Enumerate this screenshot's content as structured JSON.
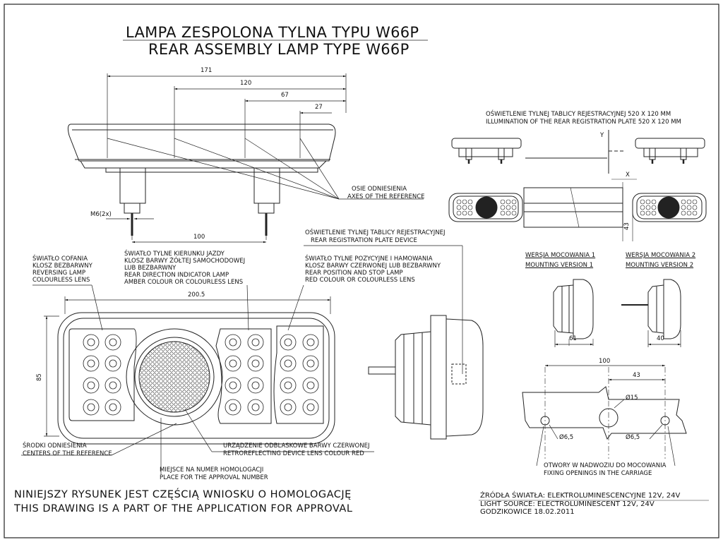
{
  "title": {
    "line1": "LAMPA ZESPOLONA TYLNA  TYPU W66P",
    "line2": "REAR ASSEMBLY LAMP TYPE W66P"
  },
  "dimensions": {
    "d171": "171",
    "d120": "120",
    "d67": "67",
    "d27": "27",
    "m6": "M6(2x)",
    "d100_top": "100",
    "d200": "200.5",
    "d85": "85",
    "d61": "61",
    "d40": "40",
    "d100_holes": "100",
    "d43_holes": "43",
    "d15": "Ø15",
    "d65a": "Ø6,5",
    "d65b": "Ø6,5",
    "d43_plate": "43",
    "x": "X",
    "y": "Y"
  },
  "labels": {
    "axes": [
      "OSIE ODNIESIENIA",
      "AXES OF THE REFERENCE"
    ],
    "plate_top": [
      "OŚWIETLENIE TYLNEJ TABLICY REJESTRACYJNEJ 520 X 120 MM",
      "ILLUMINATION OF THE REAR REGISTRATION PLATE 520 X 120 MM"
    ],
    "plate_device": [
      "OŚWIETLENIE TYLNEJ TABLICY REJESTRACYJNEJ",
      "REAR REGISTRATION PLATE DEVICE"
    ],
    "reversing": [
      "ŚWIATŁO COFANIA",
      "KLOSZ BEZBARWNY",
      "REVERSING LAMP",
      "COLOURLESS LENS"
    ],
    "indicator": [
      "ŚWIATŁO TYLNE KIERUNKU JAZDY",
      "KLOSZ BARWY ŻÓŁTEJ SAMOCHODOWEJ",
      "LUB BEZBARWNY",
      "REAR DIRECTION INDICATOR LAMP",
      "AMBER COLOUR OR COLOURLESS LENS"
    ],
    "position": [
      "ŚWIATŁO TYLNE POZYCYJNE I HAMOWANIA",
      "KLOSZ BARWY CZERWONEJ  LUB BEZBARWNY",
      "REAR POSITION AND STOP LAMP",
      "RED COLOUR OR COLOURLESS LENS"
    ],
    "centers": [
      "ŚRODKI ODNIESIENIA",
      "CENTERS OF THE REFERENCE"
    ],
    "retro": [
      "URZĄDZENIE ODBLASKOWE BARWY CZERWONEJ",
      "RETROREFLECTING DEVICE LENS COLOUR RED"
    ],
    "approval_place": [
      "MIEJSCE NA NUMER HOMOLOGACJI",
      "PLACE FOR THE APPROVAL NUMBER"
    ],
    "mount1": [
      "WERSJA MOCOWANIA 1",
      "MOUNTING VERSION 1"
    ],
    "mount2": [
      "WERSJA MOCOWANIA 2",
      "MOUNTING VERSION 2"
    ],
    "openings": [
      "OTWORY W NADWOZIU DO MOCOWANIA",
      "FIXING OPENINGS IN THE CARRIAGE"
    ]
  },
  "footer": {
    "pl": "NINIEJSZY RYSUNEK JEST CZĘŚCIĄ WNIOSKU O  HOMOLOGACJĘ",
    "en": "THIS DRAWING IS A PART OF THE APPLICATION FOR  APPROVAL",
    "source_pl": "ŹRÓDŁA ŚWIATŁA: ELEKTROLUMINESCENCYJNE  12V, 24V",
    "source_en": "LIGHT SOURCE: ELECTROLUMINESCENT  12V, 24V",
    "place_date": "GODZIKOWICE 18.02.2011"
  }
}
